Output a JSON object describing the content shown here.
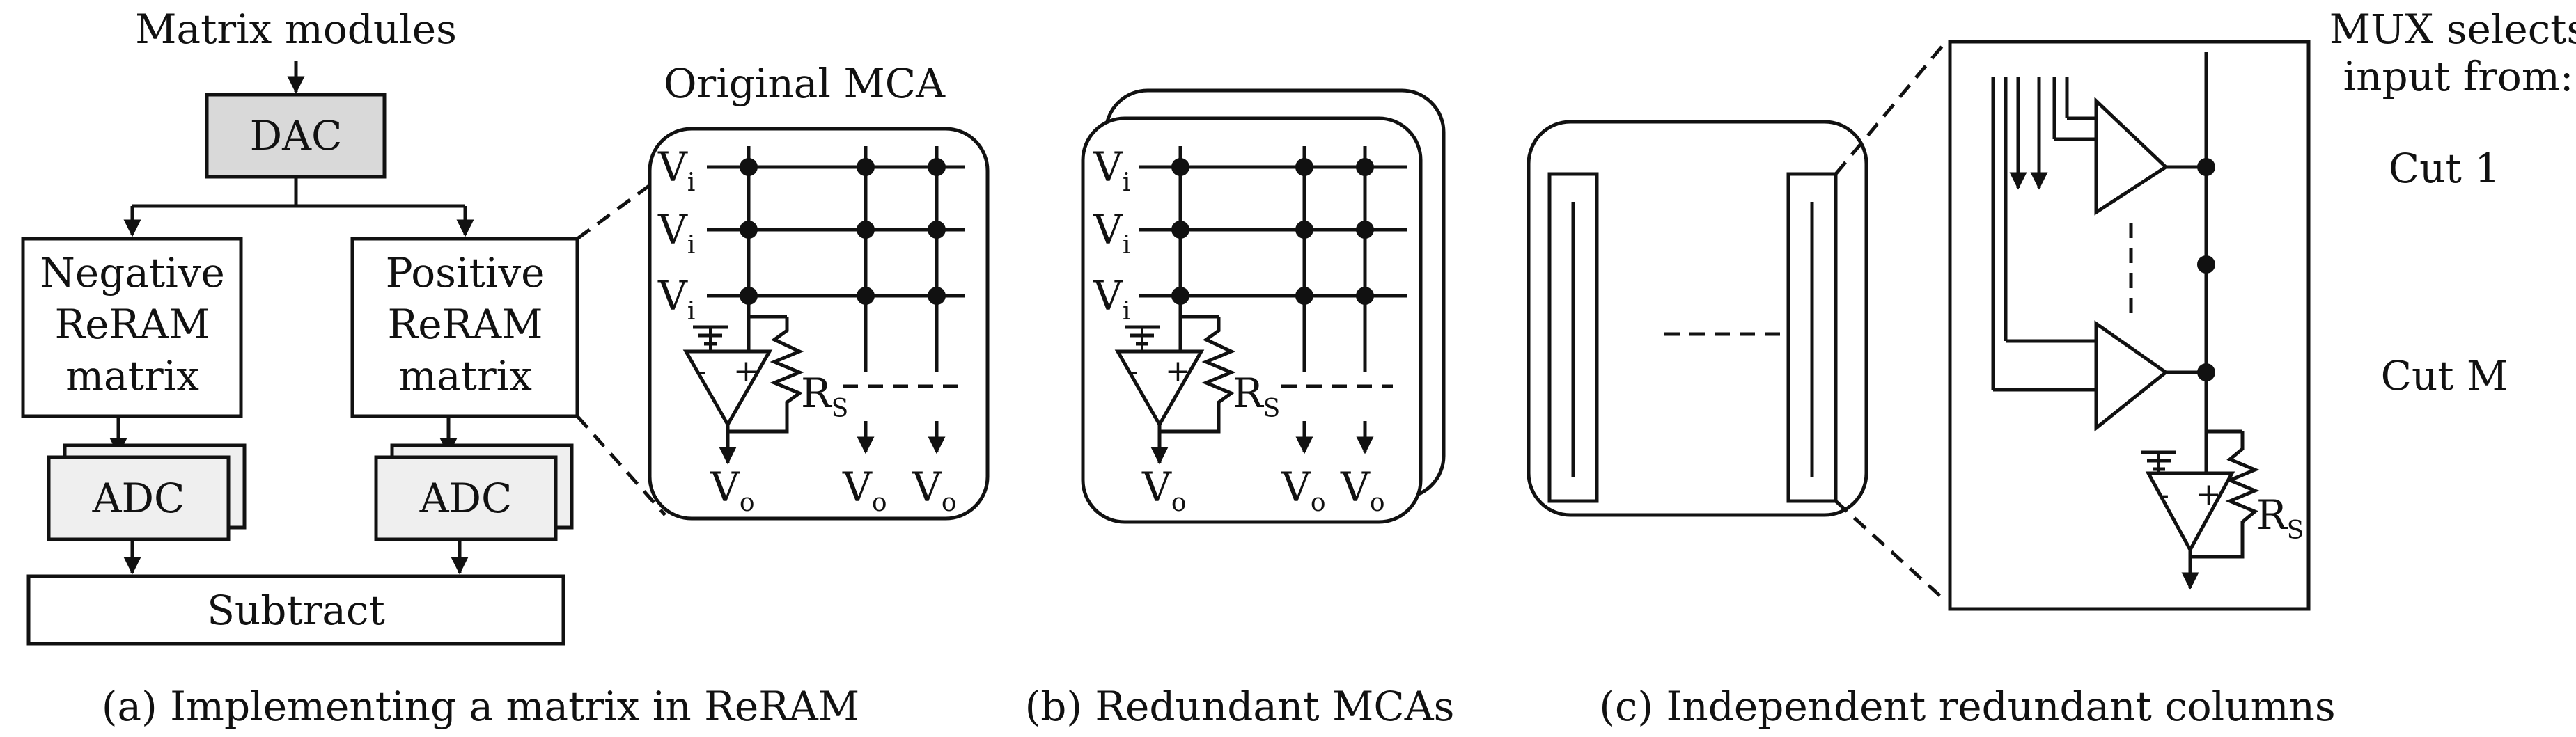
{
  "labels": {
    "matrix_modules": "Matrix modules",
    "dac": "DAC",
    "negative_matrix": [
      "Negative",
      "ReRAM",
      "matrix"
    ],
    "positive_matrix": [
      "Positive",
      "ReRAM",
      "matrix"
    ],
    "adc": "ADC",
    "subtract": "Subtract",
    "original_mca": "Original MCA",
    "vi": "V",
    "vi_sub": "i",
    "vo": "V",
    "vo_sub": "o",
    "rs": "R",
    "rs_sub": "S",
    "minus": "-",
    "plus": "+",
    "mux_selects": [
      "MUX selects",
      "input from:"
    ],
    "cut1": "Cut 1",
    "cutm": "Cut M"
  },
  "captions": {
    "a": "(a) Implementing a matrix in ReRAM",
    "b": "(b) Redundant MCAs",
    "c": "(c) Independent redundant columns"
  }
}
